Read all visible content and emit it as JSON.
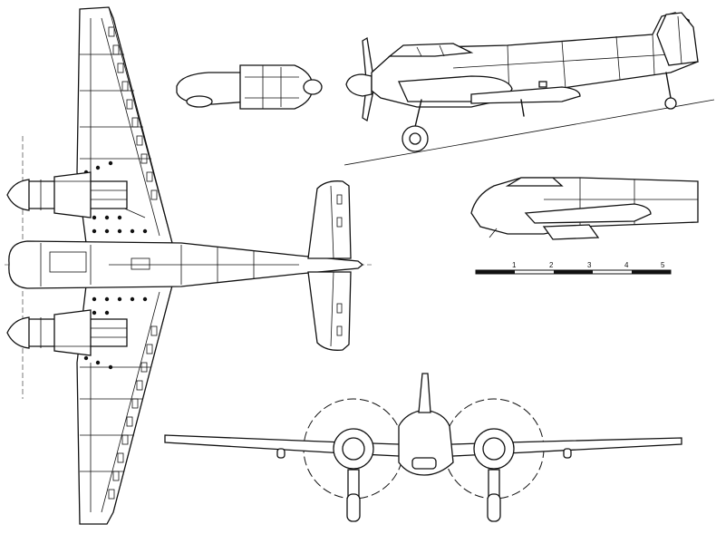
{
  "scale_bar": {
    "ticks": [
      "1",
      "2",
      "3",
      "4",
      "5"
    ]
  }
}
